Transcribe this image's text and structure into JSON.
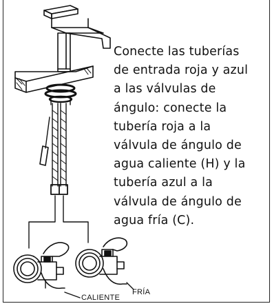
{
  "instruction": "Conecte las tuberías\nde entrada roja y azul\na las válvulas de\nángulo: conecte la\ntubería roja a la\nválvula de ángulo de\nagua caliente (H) y la\ntubería azul a la\nválvula de ángulo de\nagua fría (C).",
  "labels": {
    "hot_valve": "CALIENTE",
    "cold_valve": "FRÍA"
  }
}
